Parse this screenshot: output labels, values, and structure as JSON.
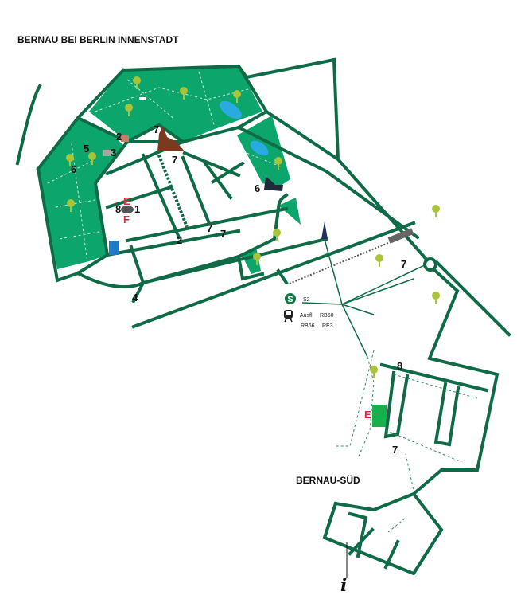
{
  "title": "BERNAU BEI BERLIN INNENSTADT",
  "subtitle": "BERNAU-SÜD",
  "colors": {
    "road": "#0f6b46",
    "park": "#0ca56c",
    "water": "#29abe2",
    "tree": "#a8c43a",
    "accent_red": "#e6283c"
  },
  "labels": {
    "n1": "1",
    "n2a": "2",
    "n2b": "2",
    "n3": "3",
    "n4": "4",
    "n5": "5",
    "n6a": "6",
    "n6b": "6",
    "n7a": "7",
    "n7b": "7",
    "n7c": "7",
    "n7d": "7",
    "n7e": "7",
    "n7f": "7",
    "n8a": "8",
    "n8b": "8",
    "e1": "E",
    "e2": "E",
    "f1": "F"
  },
  "station": {
    "s_bahn_icon": "s-bahn-icon",
    "s_line": "S2",
    "train_icon": "train-icon",
    "trains": [
      "Ausfl",
      "RB60",
      "RB66",
      "RE3"
    ]
  },
  "info": "i"
}
